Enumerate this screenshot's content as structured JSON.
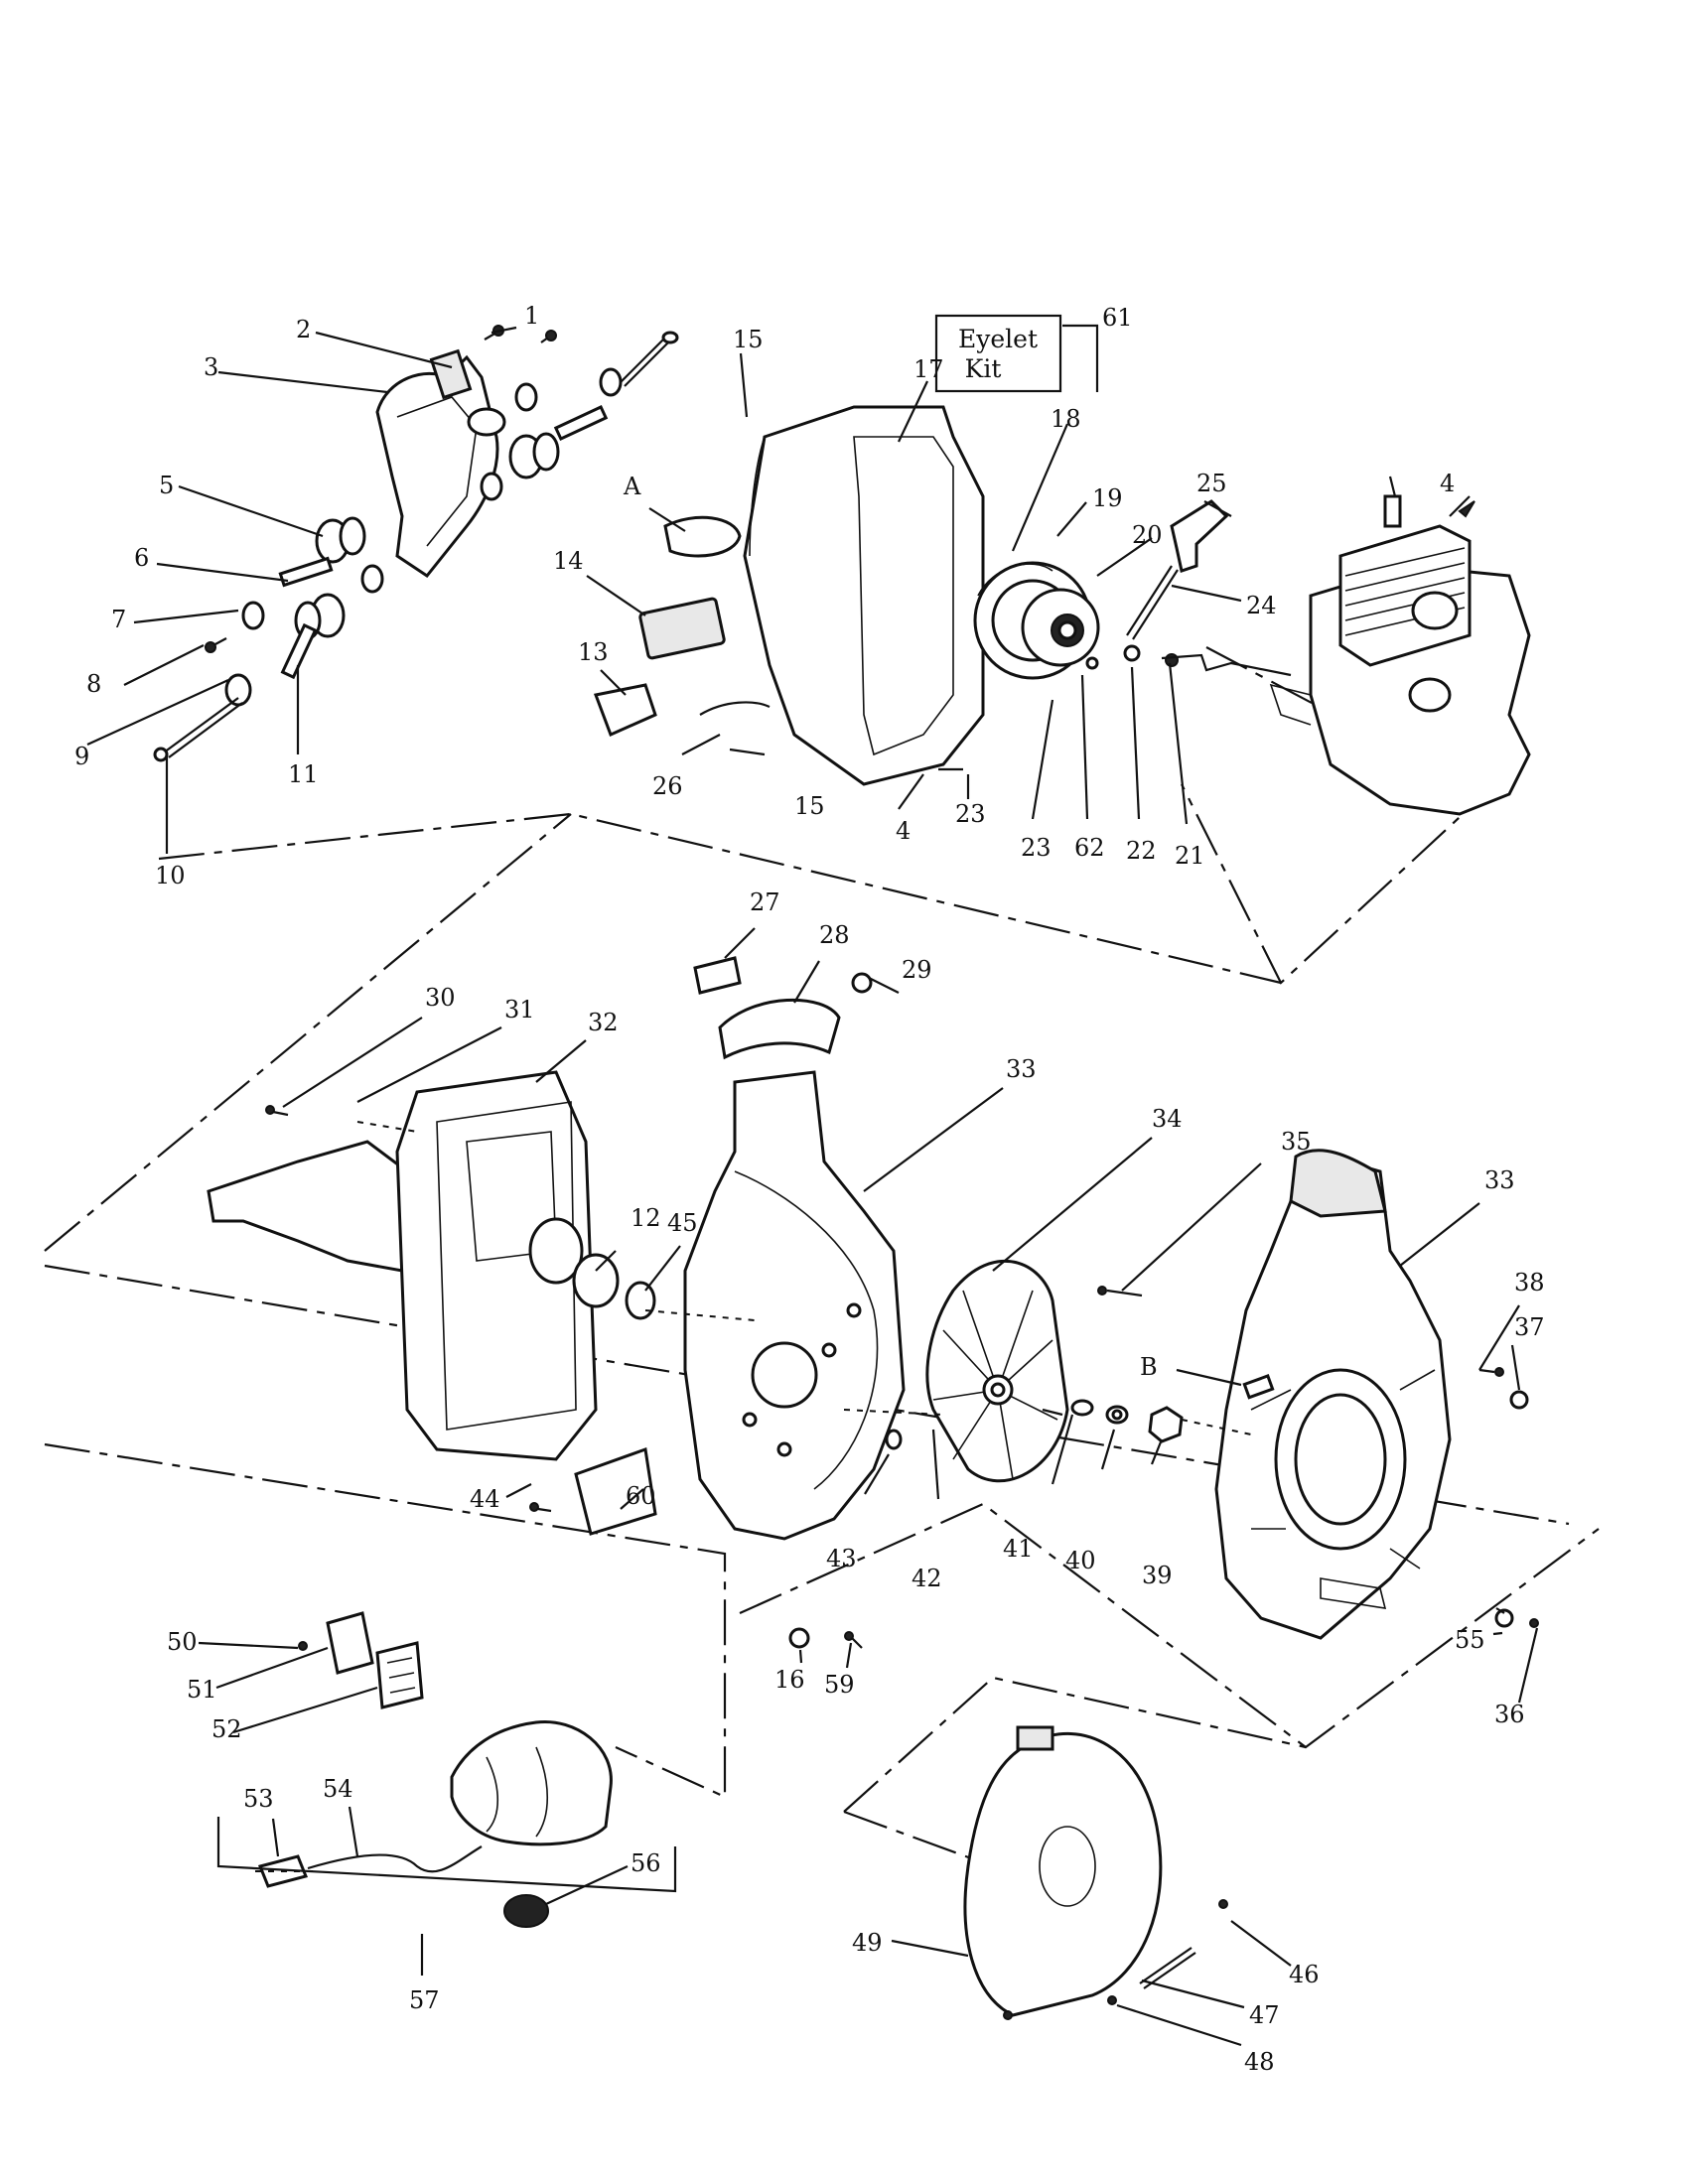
{
  "diagram": {
    "kit_box": {
      "line1": "Eyelet",
      "line2": "Kit"
    },
    "refs": {
      "a": "A",
      "b": "B"
    },
    "callouts": {
      "c1": "1",
      "c2": "2",
      "c3": "3",
      "c4a": "4",
      "c4b": "4",
      "c5": "5",
      "c6": "6",
      "c7": "7",
      "c8": "8",
      "c9": "9",
      "c10": "10",
      "c11": "11",
      "c12": "12",
      "c13": "13",
      "c14": "14",
      "c15a": "15",
      "c15b": "15",
      "c16": "16",
      "c17": "17",
      "c18": "18",
      "c19": "19",
      "c20": "20",
      "c21": "21",
      "c22": "22",
      "c23a": "23",
      "c23b": "23",
      "c24": "24",
      "c25": "25",
      "c26": "26",
      "c27": "27",
      "c28": "28",
      "c29": "29",
      "c30": "30",
      "c31": "31",
      "c32": "32",
      "c33a": "33",
      "c33b": "33",
      "c34": "34",
      "c35": "35",
      "c36": "36",
      "c37": "37",
      "c38": "38",
      "c39": "39",
      "c40": "40",
      "c41": "41",
      "c42": "42",
      "c43": "43",
      "c44": "44",
      "c45": "45",
      "c46": "46",
      "c47": "47",
      "c48": "48",
      "c49": "49",
      "c50": "50",
      "c51": "51",
      "c52": "52",
      "c53": "53",
      "c54": "54",
      "c55": "55",
      "c56": "56",
      "c57": "57",
      "c59": "59",
      "c60": "60",
      "c61": "61",
      "c62": "62"
    }
  }
}
